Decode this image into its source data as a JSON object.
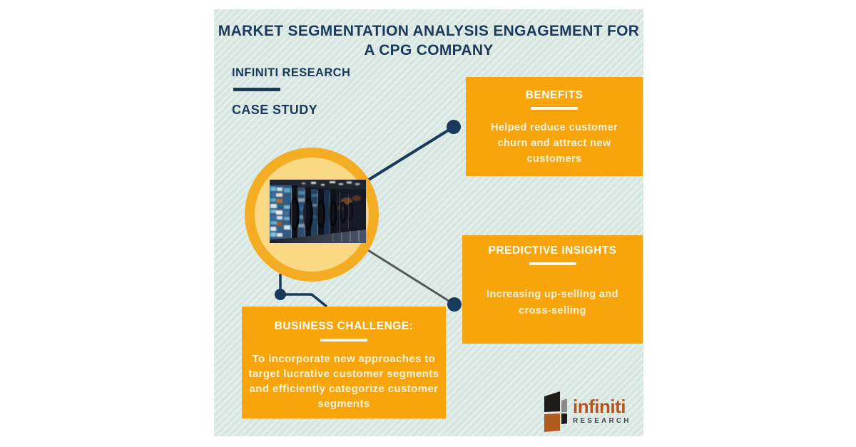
{
  "header": {
    "title_line1": "MARKET SEGMENTATION ANALYSIS ENGAGEMENT FOR",
    "title_line2": "A CPG COMPANY",
    "brand": "INFINITI RESEARCH",
    "subtitle": "CASE STUDY"
  },
  "boxes": {
    "benefits": {
      "heading": "BENEFITS",
      "body": "Helped reduce customer churn and attract new customers"
    },
    "predictive_insights": {
      "heading": "PREDICTIVE INSIGHTS",
      "body": "Increasing up-selling and cross-selling"
    },
    "business_challenge": {
      "heading": "BUSINESS CHALLENGE:",
      "body": "To incorporate new approaches to target lucrative customer segments and efficiently categorize customer segments"
    }
  },
  "center_image": {
    "name": "supermarket-refrigerated-aisle-photo"
  },
  "logo": {
    "wordmark": "infiniti",
    "subtext": "RESEARCH"
  },
  "colors": {
    "navy": "#1a3a5c",
    "box_orange": "#f8a50b",
    "ring_gold": "#f4ad23",
    "circle_fill": "#fbd884",
    "panel_base": "#d9e7e3",
    "panel_stripe": "#eaf2ee",
    "gray_line": "#54585b",
    "body_text": "#fdf3dd",
    "white": "#ffffff",
    "logo_rust": "#b4541d",
    "logo_gray": "#46484b",
    "logo_black": "#1e1b18",
    "logo_slate": "#8a8a8c"
  }
}
